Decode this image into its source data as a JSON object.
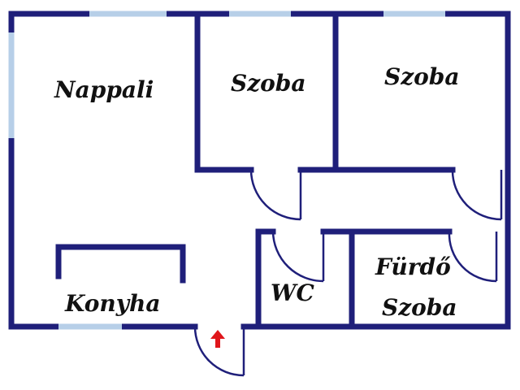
{
  "rooms": {
    "nappali": "Nappali",
    "szoba_1": "Szoba",
    "szoba_2": "Szoba",
    "konyha": "Konyha",
    "wc": "WC",
    "furdo_line1": "Fürdő",
    "furdo_line2": "Szoba"
  },
  "colors": {
    "wall": "#1f1f7a",
    "window": "#b7cfe8",
    "entrance_arrow": "#e0161b"
  },
  "icons": {
    "entrance": "red-up-arrow-icon"
  }
}
